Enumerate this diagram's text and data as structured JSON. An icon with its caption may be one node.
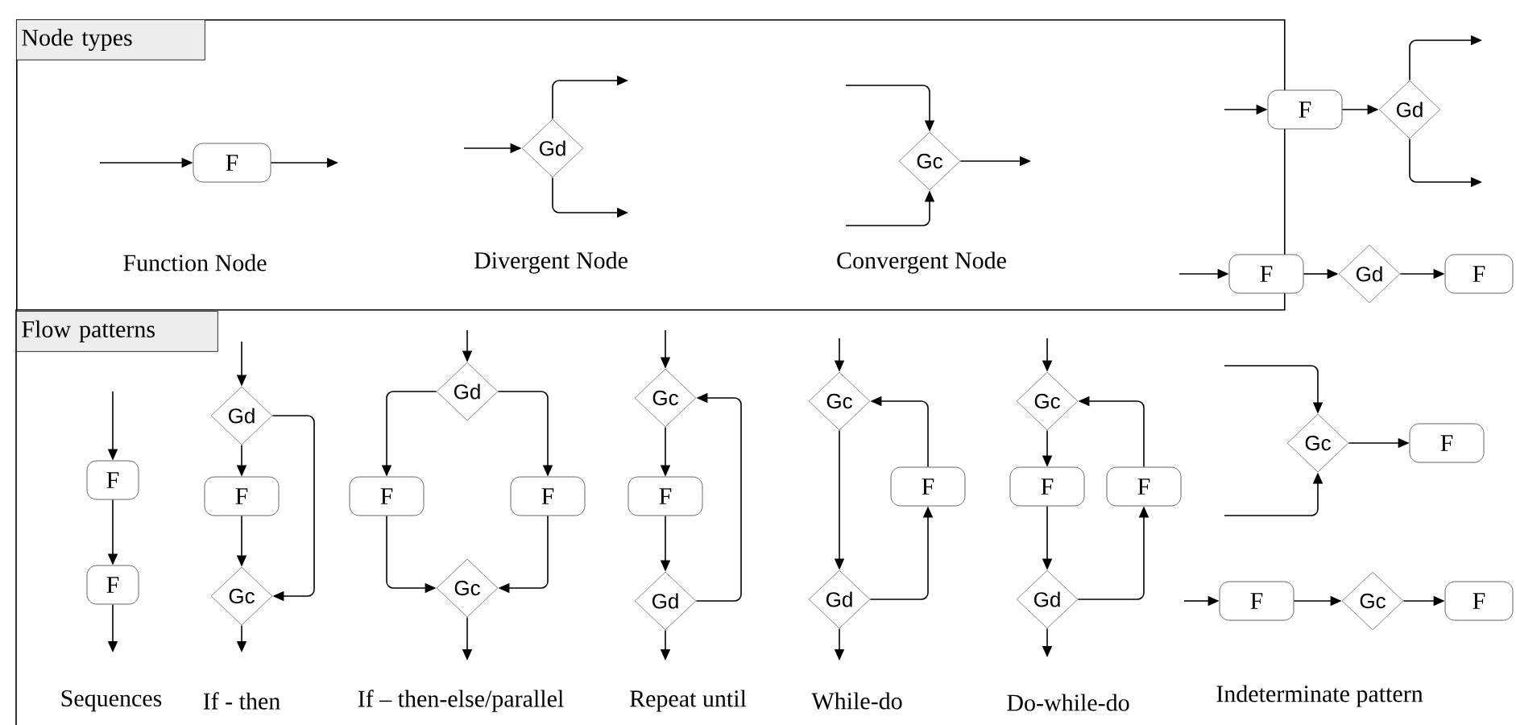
{
  "diagram": {
    "nodes": [
      {
        "text": [],
        "shape": "box"
      },
      {
        "text": [
          "Node types"
        ],
        "in": 0
      },
      {
        "text": [
          "F"
        ],
        "in": 0
      },
      {
        "text": [
          "Gd"
        ],
        "in": 0
      },
      {
        "text": [
          "Gc"
        ],
        "in": 0
      },
      {
        "text": [
          "F"
        ]
      },
      {
        "text": [
          "Gd"
        ]
      },
      {
        "text": [
          "F"
        ]
      },
      {
        "text": [
          "Gd"
        ]
      },
      {
        "text": [
          "F"
        ]
      },
      {
        "text": [
          "Flow patterns"
        ]
      },
      {
        "text": [
          "F"
        ]
      },
      {
        "text": [
          "F"
        ]
      },
      {
        "text": [
          "Gd"
        ]
      },
      {
        "text": [
          "F"
        ]
      },
      {
        "text": [
          "Gc"
        ]
      },
      {
        "text": [
          "Gd"
        ]
      },
      {
        "text": [
          "F"
        ]
      },
      {
        "text": [
          "F"
        ]
      },
      {
        "text": [
          "Gc"
        ]
      },
      {
        "text": [
          "Gc"
        ]
      },
      {
        "text": [
          "F"
        ]
      },
      {
        "text": [
          "Gd"
        ]
      },
      {
        "text": [
          "Gc"
        ]
      },
      {
        "text": [
          "F"
        ]
      },
      {
        "text": [
          "Gd"
        ]
      },
      {
        "text": [
          "Gc"
        ]
      },
      {
        "text": [
          "F"
        ]
      },
      {
        "text": [
          "F"
        ]
      },
      {
        "text": [
          "Gd"
        ]
      },
      {
        "text": [
          "Gc"
        ]
      },
      {
        "text": [
          "F"
        ]
      },
      {
        "text": [
          "F"
        ]
      },
      {
        "text": [
          "Gc"
        ]
      },
      {
        "text": [
          "F"
        ]
      }
    ],
    "edges": [
      {
        "from": null,
        "to": 2,
        "arrow": "to"
      },
      {
        "from": 2,
        "to": null,
        "arrow": "to"
      },
      {
        "from": null,
        "to": 3,
        "arrow": "to"
      },
      {
        "from": 3,
        "to": null,
        "arrow": "to"
      },
      {
        "from": 3,
        "to": null,
        "arrow": "to"
      },
      {
        "from": null,
        "to": 4,
        "arrow": "to"
      },
      {
        "from": null,
        "to": 4,
        "arrow": "to"
      },
      {
        "from": 4,
        "to": null,
        "arrow": "to"
      },
      {
        "from": null,
        "to": 5,
        "arrow": "to"
      },
      {
        "from": 5,
        "to": 6,
        "arrow": "to"
      },
      {
        "from": 6,
        "to": null,
        "arrow": "to"
      },
      {
        "from": 6,
        "to": null,
        "arrow": "to"
      },
      {
        "from": null,
        "to": 7,
        "arrow": "to"
      },
      {
        "from": 7,
        "to": 8,
        "arrow": "to"
      },
      {
        "from": 8,
        "to": 9,
        "arrow": "to"
      },
      {
        "from": null,
        "to": 11,
        "arrow": "to"
      },
      {
        "from": 11,
        "to": 12,
        "arrow": "to"
      },
      {
        "from": 12,
        "to": null,
        "arrow": "to"
      },
      {
        "from": null,
        "to": 13,
        "arrow": "to"
      },
      {
        "from": 13,
        "to": 14,
        "arrow": "to"
      },
      {
        "from": 14,
        "to": 15,
        "arrow": "to"
      },
      {
        "from": 13,
        "to": 15,
        "arrow": "to"
      },
      {
        "from": 15,
        "to": null,
        "arrow": "to"
      },
      {
        "from": null,
        "to": 16,
        "arrow": "to"
      },
      {
        "from": 16,
        "to": 17,
        "arrow": "to"
      },
      {
        "from": 16,
        "to": 18,
        "arrow": "to"
      },
      {
        "from": 17,
        "to": 19,
        "arrow": "to"
      },
      {
        "from": 18,
        "to": 19,
        "arrow": "to"
      },
      {
        "from": 19,
        "to": null,
        "arrow": "to"
      },
      {
        "from": null,
        "to": 20,
        "arrow": "to"
      },
      {
        "from": 20,
        "to": 21,
        "arrow": "to"
      },
      {
        "from": 21,
        "to": 22,
        "arrow": "to"
      },
      {
        "from": 22,
        "to": 20,
        "arrow": "to"
      },
      {
        "from": 22,
        "to": null,
        "arrow": "to"
      },
      {
        "from": null,
        "to": 23,
        "arrow": "to"
      },
      {
        "from": 23,
        "to": 25,
        "arrow": "to"
      },
      {
        "from": 25,
        "to": 24,
        "arrow": "to"
      },
      {
        "from": 24,
        "to": 23,
        "arrow": "to"
      },
      {
        "from": 25,
        "to": null,
        "arrow": "to"
      },
      {
        "from": null,
        "to": 26,
        "arrow": "to"
      },
      {
        "from": 26,
        "to": 27,
        "arrow": "to"
      },
      {
        "from": 27,
        "to": 29,
        "arrow": "to"
      },
      {
        "from": 29,
        "to": 28,
        "arrow": "to"
      },
      {
        "from": 28,
        "to": 26,
        "arrow": "to"
      },
      {
        "from": 29,
        "to": null,
        "arrow": "to"
      },
      {
        "from": null,
        "to": 30,
        "arrow": "to"
      },
      {
        "from": null,
        "to": 30,
        "arrow": "to"
      },
      {
        "from": 30,
        "to": 31,
        "arrow": "to"
      },
      {
        "from": null,
        "to": 32,
        "arrow": "to"
      },
      {
        "from": 32,
        "to": 33,
        "arrow": "to"
      },
      {
        "from": 33,
        "to": 34,
        "arrow": "to"
      }
    ],
    "labels": [
      "Function Node",
      "Divergent Node",
      "Convergent Node",
      "Sequences",
      "If - then",
      "If – then-else/parallel",
      "Repeat until",
      "While-do",
      "Do-while-do",
      "Indeterminate pattern"
    ]
  }
}
